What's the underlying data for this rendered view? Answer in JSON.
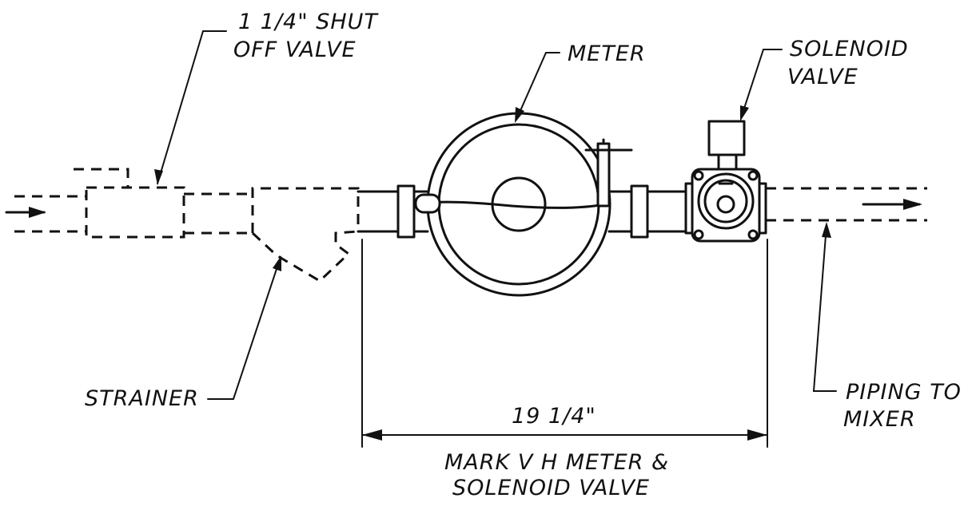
{
  "labels": {
    "shutoff_line1": "1  1/4\"  SHUT",
    "shutoff_line2": "OFF  VALVE",
    "meter": "METER",
    "solenoid_line1": "SOLENOID",
    "solenoid_line2": "VALVE",
    "strainer": "STRAINER",
    "piping_line1": "PIPING  TO",
    "piping_line2": "MIXER",
    "dimension": "19  1/4\"",
    "caption_line1": "MARK V H METER  &",
    "caption_line2": "SOLENOID  VALVE"
  }
}
